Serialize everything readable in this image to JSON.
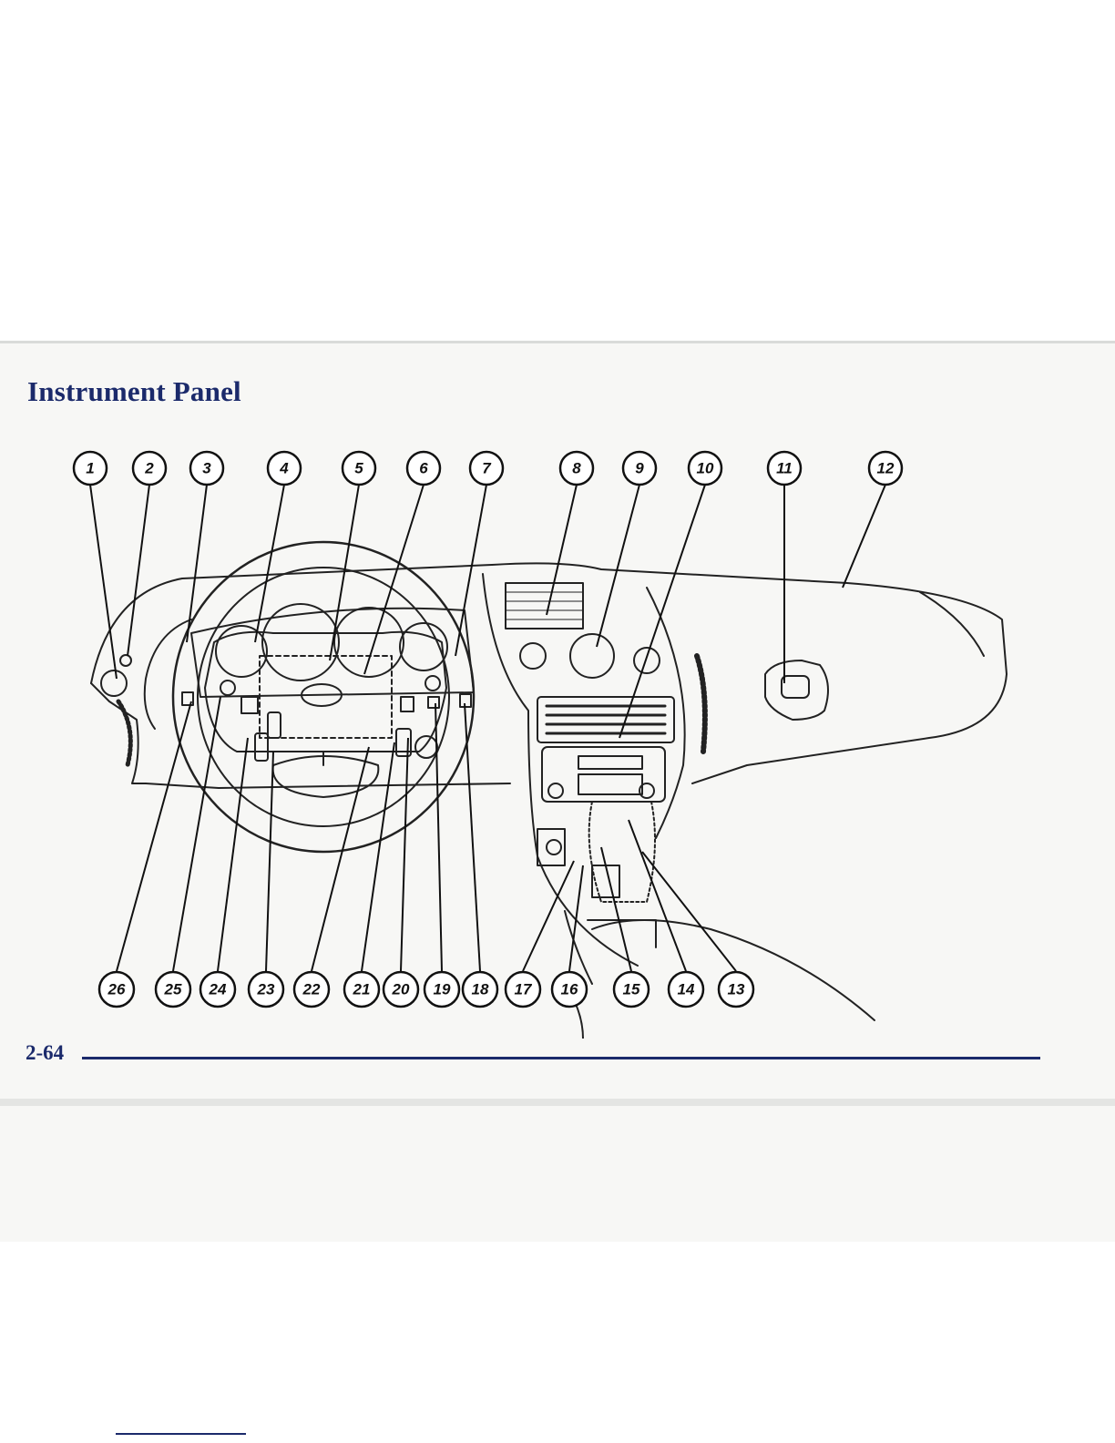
{
  "page": {
    "title": "Instrument Panel",
    "page_number": "2-64",
    "colors": {
      "heading": "#1b2a6b",
      "rule": "#1b2a6b",
      "band": "#f7f7f5"
    }
  },
  "diagram": {
    "top_callouts": [
      "1",
      "2",
      "3",
      "4",
      "5",
      "6",
      "7",
      "8",
      "9",
      "10",
      "11",
      "12"
    ],
    "bottom_callouts": [
      "26",
      "25",
      "24",
      "23",
      "22",
      "21",
      "20",
      "19",
      "18",
      "17",
      "16",
      "15",
      "14",
      "13"
    ]
  }
}
